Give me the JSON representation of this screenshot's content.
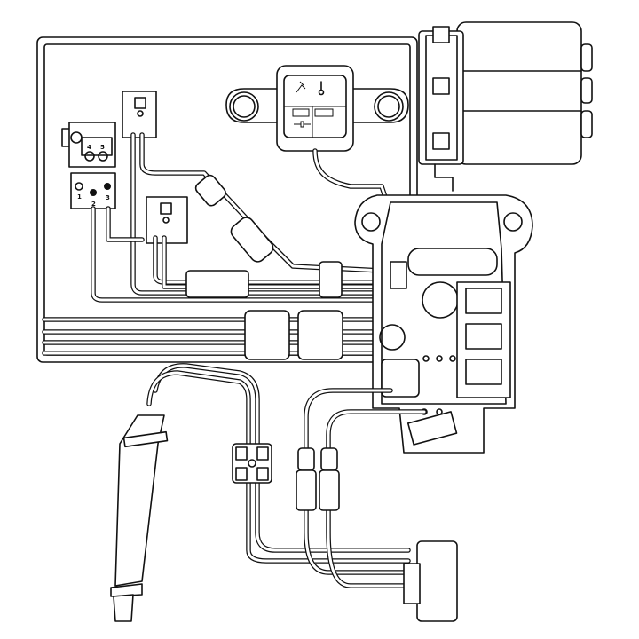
{
  "diagram": {
    "title": "Wiring diagram",
    "terminal_labels": {
      "t4": "4",
      "t5": "5",
      "t1": "1",
      "t2": "2",
      "t3": "3"
    },
    "colors": {
      "line": "#111111",
      "fill": "#ffffff"
    },
    "controller_icons": [
      "water-tap-icon",
      "thermometer-icon",
      "plug-icon"
    ]
  }
}
